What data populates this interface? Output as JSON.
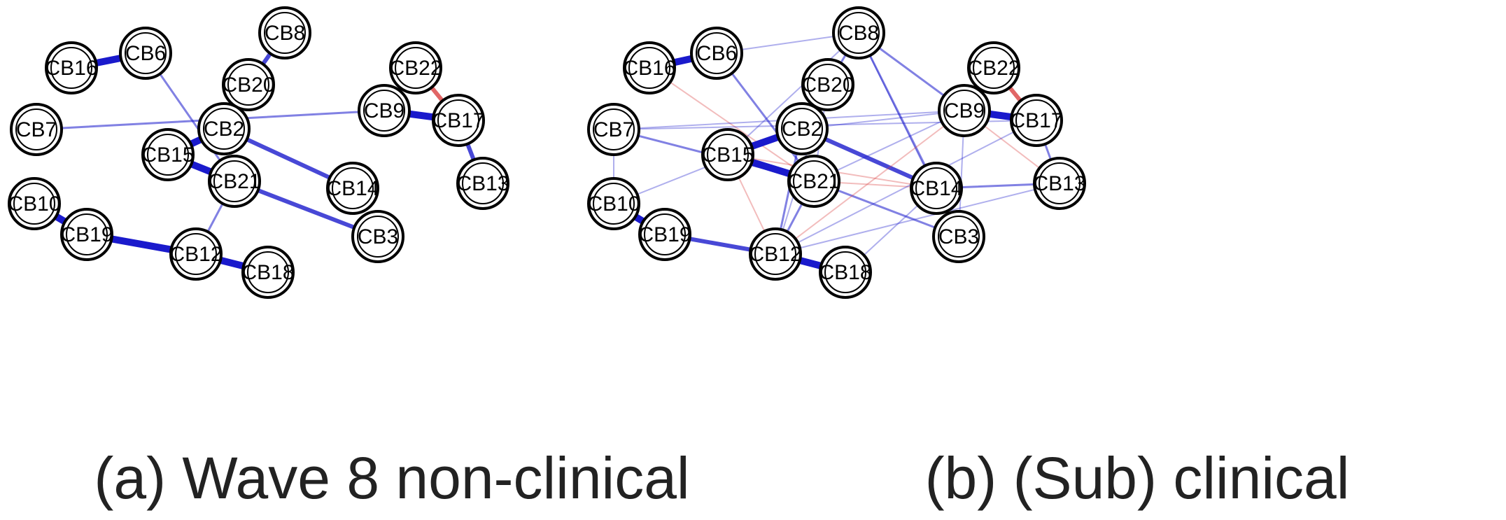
{
  "panels": [
    {
      "id": "a",
      "caption": "(a) Wave 8 non-clinical",
      "nodes": [
        "CB16",
        "CB6",
        "CB8",
        "CB20",
        "CB22",
        "CB7",
        "CB2",
        "CB9",
        "CB17",
        "CB15",
        "CB21",
        "CB14",
        "CB13",
        "CB10",
        "CB19",
        "CB12",
        "CB3",
        "CB18"
      ],
      "edges": [
        {
          "from": "CB16",
          "to": "CB6",
          "sign": "positive",
          "strength": "strong"
        },
        {
          "from": "CB8",
          "to": "CB20",
          "sign": "positive",
          "strength": "medium"
        },
        {
          "from": "CB20",
          "to": "CB2",
          "sign": "positive",
          "strength": "weak"
        },
        {
          "from": "CB6",
          "to": "CB21",
          "sign": "positive",
          "strength": "weak"
        },
        {
          "from": "CB7",
          "to": "CB9",
          "sign": "positive",
          "strength": "weak"
        },
        {
          "from": "CB22",
          "to": "CB17",
          "sign": "negative",
          "strength": "medium"
        },
        {
          "from": "CB9",
          "to": "CB17",
          "sign": "positive",
          "strength": "strong"
        },
        {
          "from": "CB17",
          "to": "CB13",
          "sign": "positive",
          "strength": "medium"
        },
        {
          "from": "CB2",
          "to": "CB15",
          "sign": "positive",
          "strength": "strong"
        },
        {
          "from": "CB15",
          "to": "CB21",
          "sign": "positive",
          "strength": "strong"
        },
        {
          "from": "CB2",
          "to": "CB14",
          "sign": "positive",
          "strength": "medium"
        },
        {
          "from": "CB21",
          "to": "CB3",
          "sign": "positive",
          "strength": "medium"
        },
        {
          "from": "CB21",
          "to": "CB12",
          "sign": "positive",
          "strength": "weak"
        },
        {
          "from": "CB10",
          "to": "CB19",
          "sign": "positive",
          "strength": "strong"
        },
        {
          "from": "CB19",
          "to": "CB12",
          "sign": "positive",
          "strength": "strong"
        },
        {
          "from": "CB12",
          "to": "CB18",
          "sign": "positive",
          "strength": "strong"
        }
      ]
    },
    {
      "id": "b",
      "caption": "(b) (Sub) clinical",
      "nodes": [
        "CB16",
        "CB6",
        "CB8",
        "CB20",
        "CB22",
        "CB7",
        "CB2",
        "CB9",
        "CB17",
        "CB15",
        "CB21",
        "CB14",
        "CB13",
        "CB10",
        "CB19",
        "CB12",
        "CB3",
        "CB18"
      ],
      "edges": [
        {
          "from": "CB16",
          "to": "CB6",
          "sign": "positive",
          "strength": "strong"
        },
        {
          "from": "CB6",
          "to": "CB8",
          "sign": "positive",
          "strength": "faint"
        },
        {
          "from": "CB8",
          "to": "CB20",
          "sign": "positive",
          "strength": "weak"
        },
        {
          "from": "CB8",
          "to": "CB15",
          "sign": "positive",
          "strength": "faint"
        },
        {
          "from": "CB8",
          "to": "CB14",
          "sign": "positive",
          "strength": "weak"
        },
        {
          "from": "CB8",
          "to": "CB9",
          "sign": "positive",
          "strength": "weak"
        },
        {
          "from": "CB8",
          "to": "CB3",
          "sign": "positive",
          "strength": "faint"
        },
        {
          "from": "CB16",
          "to": "CB21",
          "sign": "negative",
          "strength": "faint"
        },
        {
          "from": "CB6",
          "to": "CB21",
          "sign": "positive",
          "strength": "weak"
        },
        {
          "from": "CB20",
          "to": "CB21",
          "sign": "positive",
          "strength": "faint"
        },
        {
          "from": "CB20",
          "to": "CB12",
          "sign": "positive",
          "strength": "faint"
        },
        {
          "from": "CB22",
          "to": "CB17",
          "sign": "negative",
          "strength": "medium"
        },
        {
          "from": "CB9",
          "to": "CB17",
          "sign": "positive",
          "strength": "strong"
        },
        {
          "from": "CB17",
          "to": "CB13",
          "sign": "positive",
          "strength": "weak"
        },
        {
          "from": "CB7",
          "to": "CB9",
          "sign": "positive",
          "strength": "faint"
        },
        {
          "from": "CB7",
          "to": "CB21",
          "sign": "positive",
          "strength": "weak"
        },
        {
          "from": "CB7",
          "to": "CB10",
          "sign": "positive",
          "strength": "faint"
        },
        {
          "from": "CB7",
          "to": "CB17",
          "sign": "positive",
          "strength": "faint"
        },
        {
          "from": "CB2",
          "to": "CB15",
          "sign": "positive",
          "strength": "strong"
        },
        {
          "from": "CB15",
          "to": "CB21",
          "sign": "positive",
          "strength": "strong"
        },
        {
          "from": "CB2",
          "to": "CB14",
          "sign": "positive",
          "strength": "medium"
        },
        {
          "from": "CB2",
          "to": "CB9",
          "sign": "positive",
          "strength": "faint"
        },
        {
          "from": "CB2",
          "to": "CB10",
          "sign": "positive",
          "strength": "faint"
        },
        {
          "from": "CB2",
          "to": "CB12",
          "sign": "positive",
          "strength": "weak"
        },
        {
          "from": "CB15",
          "to": "CB12",
          "sign": "negative",
          "strength": "faint"
        },
        {
          "from": "CB15",
          "to": "CB14",
          "sign": "negative",
          "strength": "faint"
        },
        {
          "from": "CB21",
          "to": "CB3",
          "sign": "positive",
          "strength": "weak"
        },
        {
          "from": "CB21",
          "to": "CB12",
          "sign": "positive",
          "strength": "weak"
        },
        {
          "from": "CB21",
          "to": "CB9",
          "sign": "positive",
          "strength": "faint"
        },
        {
          "from": "CB21",
          "to": "CB14",
          "sign": "negative",
          "strength": "faint"
        },
        {
          "from": "CB14",
          "to": "CB13",
          "sign": "positive",
          "strength": "weak"
        },
        {
          "from": "CB9",
          "to": "CB12",
          "sign": "negative",
          "strength": "faint"
        },
        {
          "from": "CB9",
          "to": "CB3",
          "sign": "positive",
          "strength": "faint"
        },
        {
          "from": "CB9",
          "to": "CB13",
          "sign": "negative",
          "strength": "faint"
        },
        {
          "from": "CB17",
          "to": "CB12",
          "sign": "positive",
          "strength": "faint"
        },
        {
          "from": "CB13",
          "to": "CB12",
          "sign": "positive",
          "strength": "faint"
        },
        {
          "from": "CB14",
          "to": "CB18",
          "sign": "positive",
          "strength": "faint"
        },
        {
          "from": "CB19",
          "to": "CB12",
          "sign": "positive",
          "strength": "medium"
        },
        {
          "from": "CB10",
          "to": "CB19",
          "sign": "positive",
          "strength": "strong"
        },
        {
          "from": "CB12",
          "to": "CB18",
          "sign": "positive",
          "strength": "strong"
        }
      ]
    }
  ],
  "colors": {
    "positive": "#1a1acc",
    "negative": "#d94040",
    "node_fill": "#ffffff",
    "node_stroke": "#000000"
  }
}
